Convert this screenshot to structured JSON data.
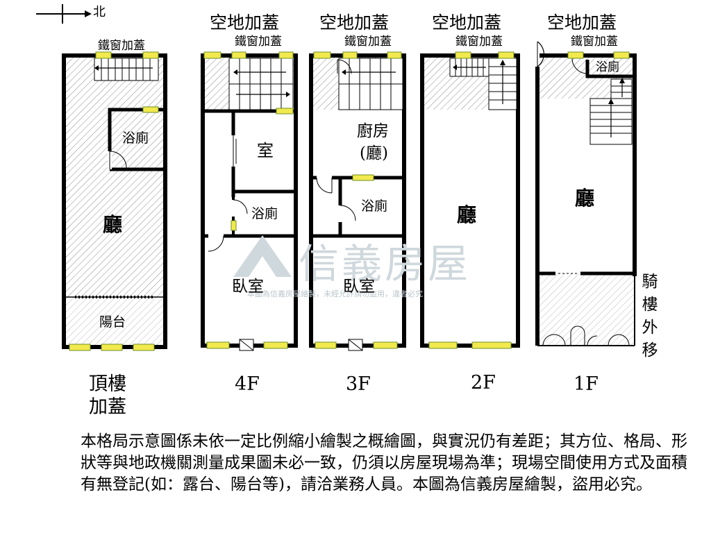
{
  "compass": {
    "north_label": "北"
  },
  "floors": {
    "roof": {
      "window_label": "鐵窗加蓋",
      "bath_label": "浴廁",
      "hall_label": "廳",
      "balcony_label": "陽台",
      "floor_label_line1": "頂樓",
      "floor_label_line2": "加蓋"
    },
    "f4": {
      "header": "空地加蓋",
      "window_label": "鐵窗加蓋",
      "room_label": "室",
      "bath_label": "浴廁",
      "bedroom_label": "臥室",
      "floor_label": "4F"
    },
    "f3": {
      "header": "空地加蓋",
      "window_label": "鐵窗加蓋",
      "kitchen_label": "廚房",
      "kitchen_sub_label": "(廳)",
      "bath_label": "浴廁",
      "bedroom_label": "臥室",
      "floor_label": "3F"
    },
    "f2": {
      "header": "空地加蓋",
      "window_label": "鐵窗加蓋",
      "hall_label": "廳",
      "floor_label": "2F"
    },
    "f1": {
      "header": "空地加蓋",
      "window_label": "鐵窗加蓋",
      "bath_label": "浴廁",
      "hall_label": "廳",
      "arcade_label": "騎樓外移",
      "floor_label": "1F"
    }
  },
  "watermark": {
    "brand": "信義房屋",
    "notice": "本圖為信義房屋繪製，未經允許請勿盜用，違者必究"
  },
  "disclaimer": "本格局示意圖係未依一定比例縮小繪製之概繪圖，與實況仍有差距；其方位、格局、形狀等與地政機關測量成果圖未必一致，仍須以房屋現場為準；現場空間使用方式及面積有無登記(如：露台、陽台等)，請洽業務人員。本圖為信義房屋繪製，盜用必究。",
  "colors": {
    "wall": "#000000",
    "hatch": "#888888",
    "window_fill": "#f2e94e",
    "window_stroke": "#6b8e23",
    "watermark": "#cfd8dc"
  }
}
